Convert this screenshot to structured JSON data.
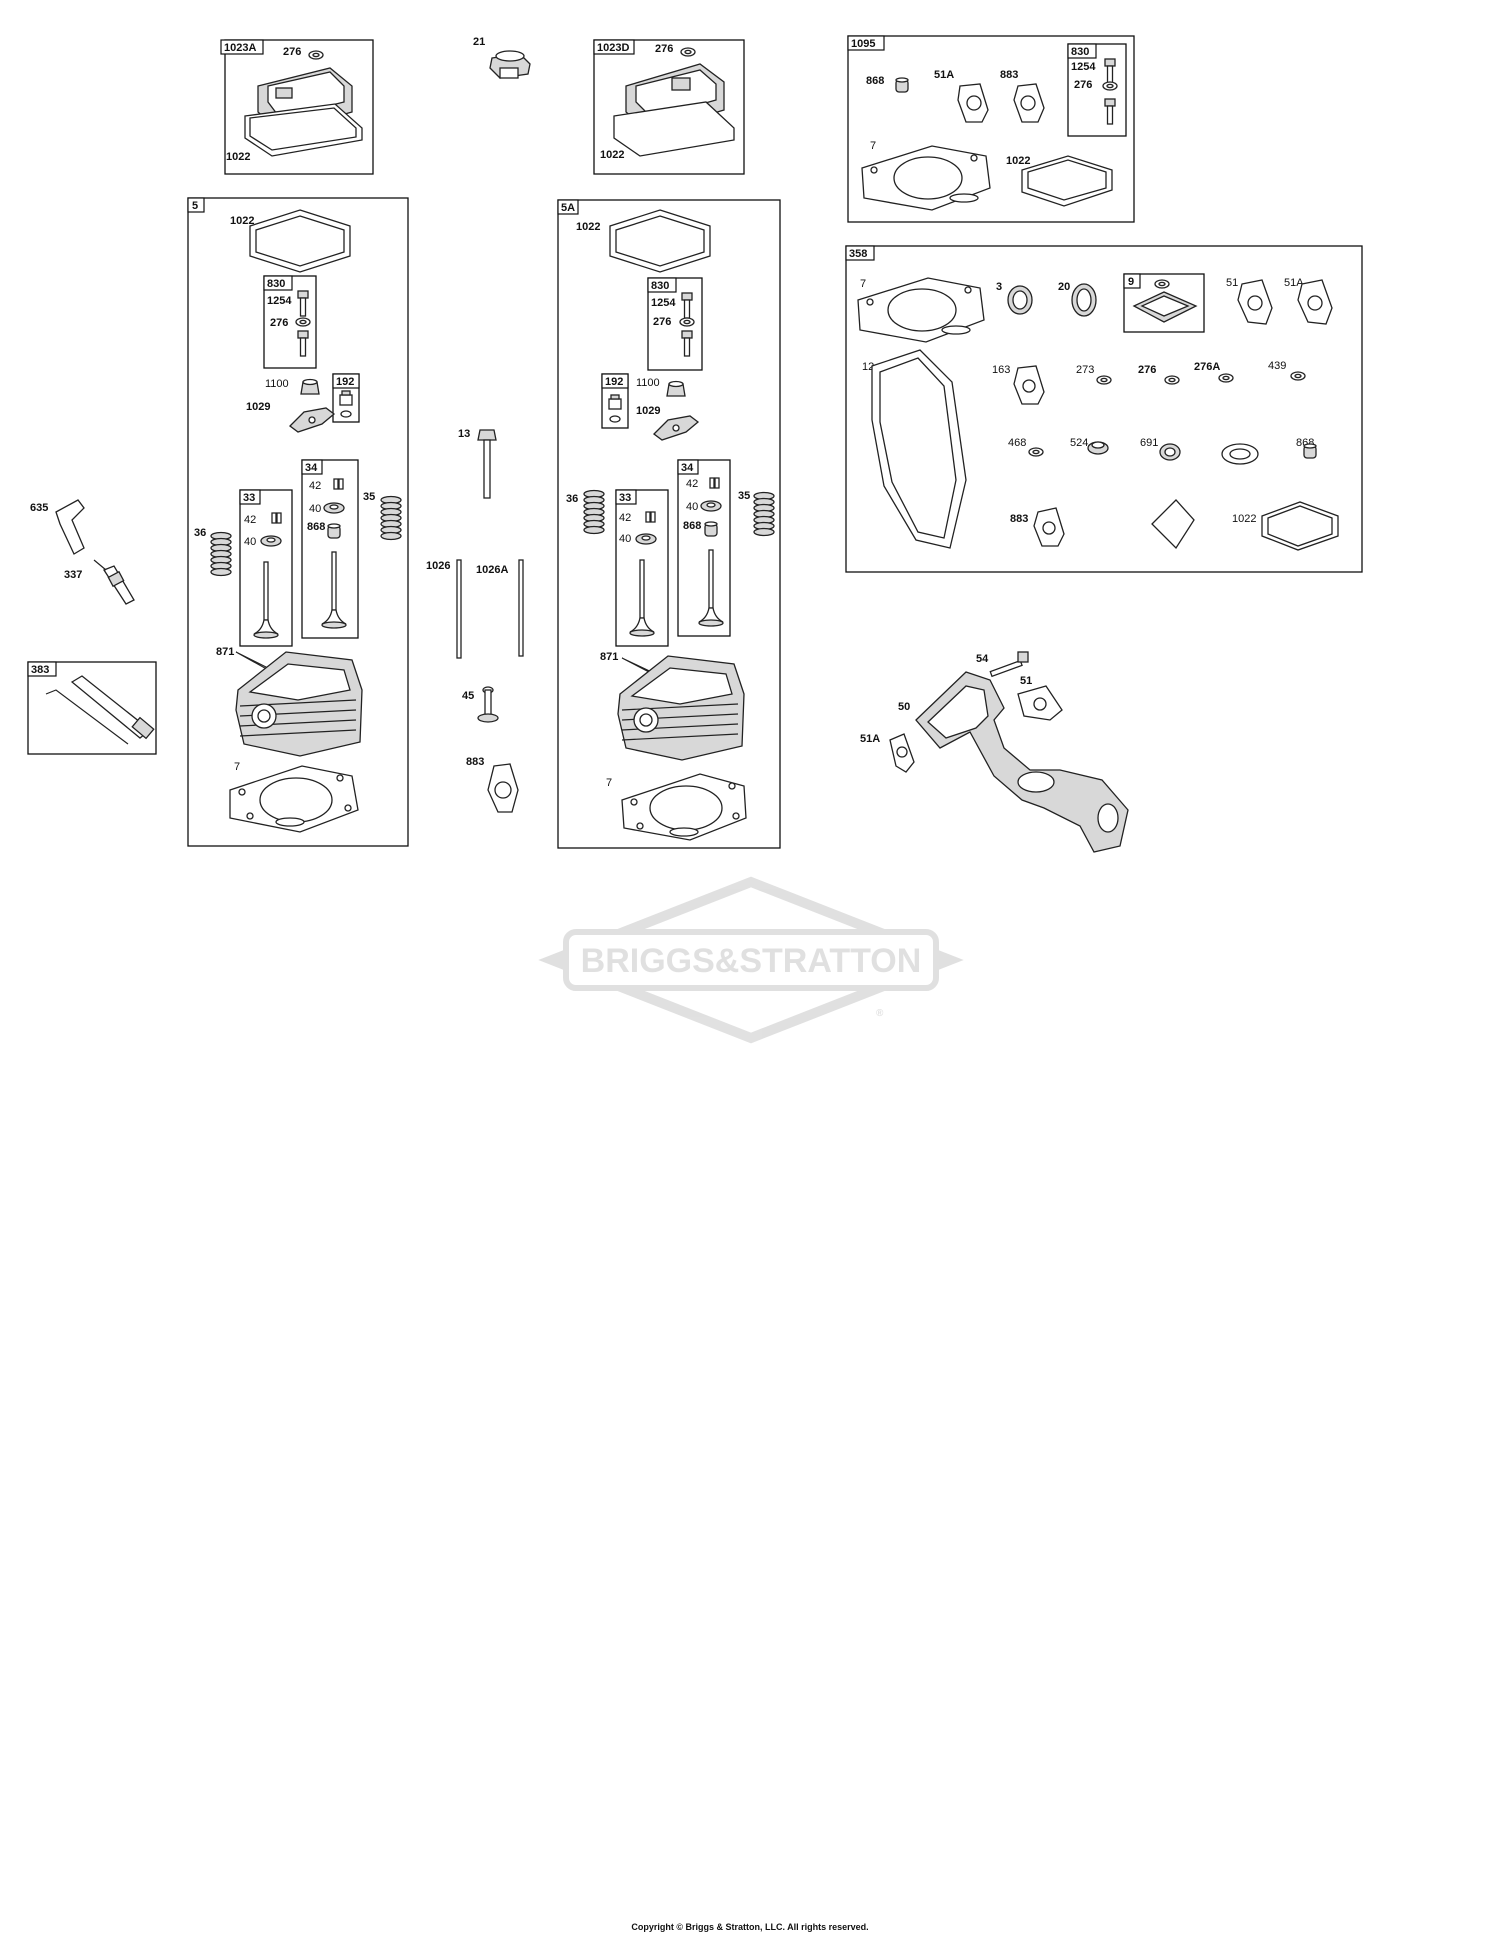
{
  "groups": [
    {
      "id": "g1023A",
      "label": "1023A"
    },
    {
      "id": "g5",
      "label": "5"
    },
    {
      "id": "g830a",
      "label": "830"
    },
    {
      "id": "g192a",
      "label": "192"
    },
    {
      "id": "g33a",
      "label": "33"
    },
    {
      "id": "g34a",
      "label": "34"
    },
    {
      "id": "g383",
      "label": "383"
    },
    {
      "id": "g1023D",
      "label": "1023D"
    },
    {
      "id": "g5A",
      "label": "5A"
    },
    {
      "id": "g830b",
      "label": "830"
    },
    {
      "id": "g192b",
      "label": "192"
    },
    {
      "id": "g33b",
      "label": "33"
    },
    {
      "id": "g34b",
      "label": "34"
    },
    {
      "id": "g1095",
      "label": "1095"
    },
    {
      "id": "g830c",
      "label": "830"
    },
    {
      "id": "g358",
      "label": "358"
    },
    {
      "id": "g9",
      "label": "9"
    }
  ],
  "callouts": [
    {
      "id": "c1",
      "t": "276",
      "bold": true
    },
    {
      "id": "c2",
      "t": "1022",
      "bold": true
    },
    {
      "id": "c3",
      "t": "21",
      "bold": true
    },
    {
      "id": "c4",
      "t": "276",
      "bold": true
    },
    {
      "id": "c5",
      "t": "1022",
      "bold": true
    },
    {
      "id": "c6",
      "t": "1022",
      "bold": true
    },
    {
      "id": "c7",
      "t": "1254",
      "bold": true
    },
    {
      "id": "c8",
      "t": "276",
      "bold": true
    },
    {
      "id": "c9",
      "t": "1100",
      "bold": false
    },
    {
      "id": "c10",
      "t": "1029",
      "bold": true
    },
    {
      "id": "c11",
      "t": "42",
      "bold": false
    },
    {
      "id": "c12",
      "t": "40",
      "bold": false
    },
    {
      "id": "c13",
      "t": "868",
      "bold": true
    },
    {
      "id": "c14",
      "t": "42",
      "bold": false
    },
    {
      "id": "c15",
      "t": "40",
      "bold": false
    },
    {
      "id": "c16",
      "t": "35",
      "bold": true
    },
    {
      "id": "c17",
      "t": "36",
      "bold": true
    },
    {
      "id": "c18",
      "t": "871",
      "bold": true
    },
    {
      "id": "c19",
      "t": "7",
      "bold": false
    },
    {
      "id": "c20",
      "t": "635",
      "bold": true
    },
    {
      "id": "c21",
      "t": "337",
      "bold": true
    },
    {
      "id": "c22",
      "t": "13",
      "bold": true
    },
    {
      "id": "c23",
      "t": "1026",
      "bold": true
    },
    {
      "id": "c24",
      "t": "1026A",
      "bold": true
    },
    {
      "id": "c25",
      "t": "45",
      "bold": true
    },
    {
      "id": "c26",
      "t": "883",
      "bold": true
    },
    {
      "id": "c27",
      "t": "1022",
      "bold": true
    },
    {
      "id": "c28",
      "t": "1254",
      "bold": true
    },
    {
      "id": "c29",
      "t": "276",
      "bold": true
    },
    {
      "id": "c30",
      "t": "1100",
      "bold": false
    },
    {
      "id": "c31",
      "t": "1029",
      "bold": true
    },
    {
      "id": "c32",
      "t": "36",
      "bold": true
    },
    {
      "id": "c33",
      "t": "42",
      "bold": false
    },
    {
      "id": "c34",
      "t": "40",
      "bold": false
    },
    {
      "id": "c35",
      "t": "42",
      "bold": false
    },
    {
      "id": "c36",
      "t": "40",
      "bold": false
    },
    {
      "id": "c37",
      "t": "868",
      "bold": true
    },
    {
      "id": "c38",
      "t": "35",
      "bold": true
    },
    {
      "id": "c39",
      "t": "871",
      "bold": true
    },
    {
      "id": "c40",
      "t": "7",
      "bold": false
    },
    {
      "id": "c41",
      "t": "868",
      "bold": true
    },
    {
      "id": "c42",
      "t": "51A",
      "bold": true
    },
    {
      "id": "c43",
      "t": "883",
      "bold": true
    },
    {
      "id": "c44",
      "t": "1254",
      "bold": true
    },
    {
      "id": "c45",
      "t": "276",
      "bold": true
    },
    {
      "id": "c46",
      "t": "7",
      "bold": false
    },
    {
      "id": "c47",
      "t": "1022",
      "bold": true
    },
    {
      "id": "c48",
      "t": "7",
      "bold": false
    },
    {
      "id": "c49",
      "t": "3",
      "bold": true
    },
    {
      "id": "c50",
      "t": "20",
      "bold": true
    },
    {
      "id": "c51",
      "t": "51",
      "bold": false
    },
    {
      "id": "c52",
      "t": "51A",
      "bold": false
    },
    {
      "id": "c53",
      "t": "12",
      "bold": false
    },
    {
      "id": "c54",
      "t": "163",
      "bold": false
    },
    {
      "id": "c55",
      "t": "273",
      "bold": false
    },
    {
      "id": "c56",
      "t": "276",
      "bold": true
    },
    {
      "id": "c57",
      "t": "276A",
      "bold": true
    },
    {
      "id": "c58",
      "t": "439",
      "bold": false
    },
    {
      "id": "c59",
      "t": "468",
      "bold": false
    },
    {
      "id": "c60",
      "t": "524",
      "bold": false
    },
    {
      "id": "c61",
      "t": "691",
      "bold": false
    },
    {
      "id": "c62",
      "t": "868",
      "bold": false
    },
    {
      "id": "c63",
      "t": "883",
      "bold": true
    },
    {
      "id": "c64",
      "t": "1022",
      "bold": false
    },
    {
      "id": "c65",
      "t": "54",
      "bold": true
    },
    {
      "id": "c66",
      "t": "51",
      "bold": true
    },
    {
      "id": "c67",
      "t": "50",
      "bold": true
    },
    {
      "id": "c68",
      "t": "51A",
      "bold": true
    }
  ],
  "watermark": {
    "brand": "BRIGGS&STRATTON",
    "mark": "®"
  },
  "footer": {
    "copyright": "Copyright © Briggs & Stratton, LLC. All rights reserved."
  }
}
